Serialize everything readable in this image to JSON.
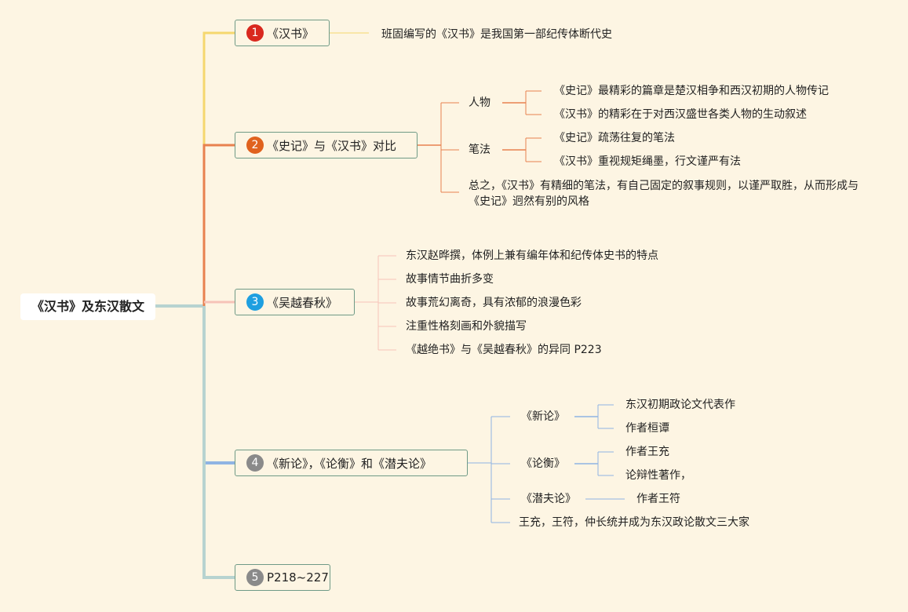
{
  "root": {
    "label": "《汉书》及东汉散文"
  },
  "colors": {
    "t1": "#f5d76e",
    "t2": "#e8814f",
    "t3": "#f6c3b8",
    "t4": "#8fb4e3",
    "t5": "#b7d3d0",
    "badge1": "#d9281e",
    "badge2": "#e0621e",
    "badge3": "#1e9fe0",
    "badge4": "#8a8a8a",
    "badge5": "#8a8a8a"
  },
  "topics": [
    {
      "num": "1",
      "label": "《汉书》",
      "children": [
        "班固编写的《汉书》是我国第一部纪传体断代史"
      ]
    },
    {
      "num": "2",
      "label": "《史记》与《汉书》对比",
      "subs": [
        {
          "label": "人物",
          "children": [
            "《史记》最精彩的篇章是楚汉相争和西汉初期的人物传记",
            "《汉书》的精彩在于对西汉盛世各类人物的生动叙述"
          ]
        },
        {
          "label": "笔法",
          "children": [
            "《史记》疏荡往复的笔法",
            "《汉书》重视规矩绳墨，行文谨严有法"
          ]
        }
      ],
      "summary": "总之，《汉书》有精细的笔法，有自己固定的叙事规则，以谨严取胜，从而形成与《史记》迥然有别的风格"
    },
    {
      "num": "3",
      "label": "《吴越春秋》",
      "children": [
        "东汉赵晔撰，体例上兼有编年体和纪传体史书的特点",
        "故事情节曲折多变",
        "故事荒幻离奇，具有浓郁的浪漫色彩",
        "注重性格刻画和外貌描写",
        "《越绝书》与《吴越春秋》的异同 P223"
      ]
    },
    {
      "num": "4",
      "label": "《新论》，《论衡》和《潜夫论》",
      "subs": [
        {
          "label": "《新论》",
          "children": [
            "东汉初期政论文代表作",
            "作者桓谭"
          ]
        },
        {
          "label": "《论衡》",
          "children": [
            "作者王充",
            "论辩性著作，"
          ]
        },
        {
          "label": "《潜夫论》",
          "children": [
            "作者王符"
          ]
        }
      ],
      "summary": "王充，王符，仲长统并成为东汉政论散文三大家"
    },
    {
      "num": "5",
      "label": "P218~227"
    }
  ]
}
